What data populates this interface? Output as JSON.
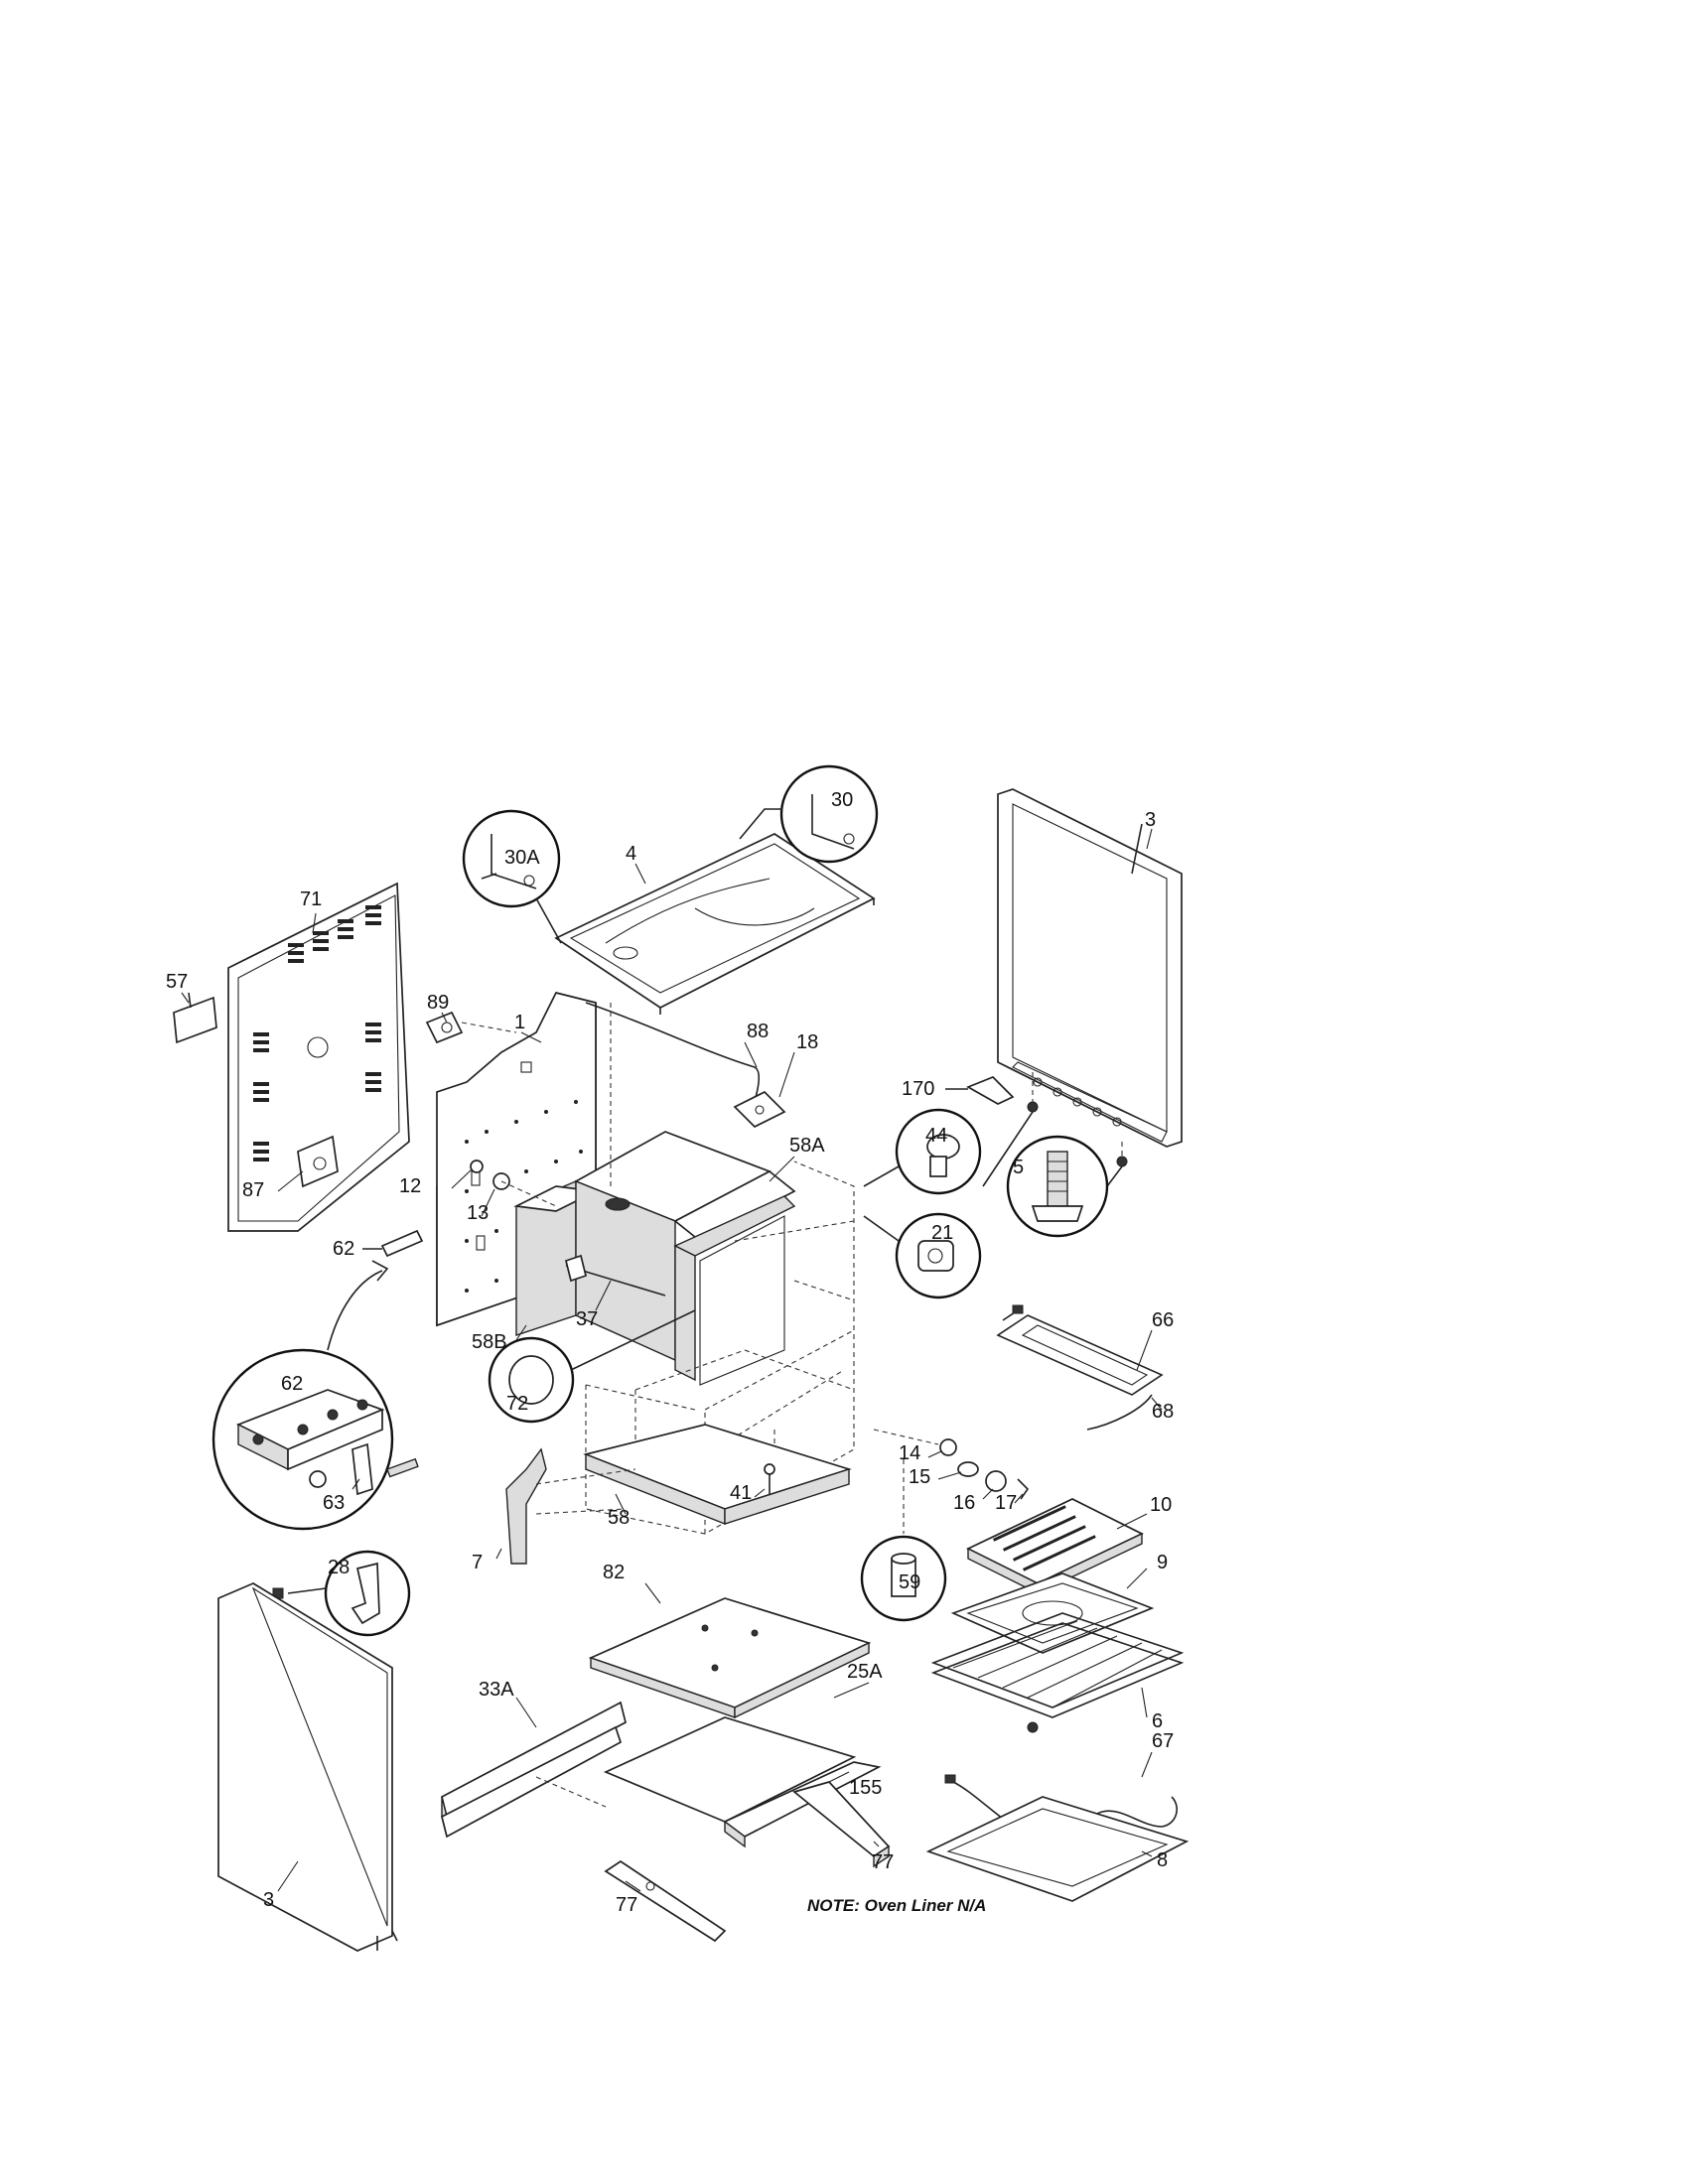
{
  "labels": {
    "p30A": "30A",
    "p30": "30",
    "p4": "4",
    "p3_top": "3",
    "p71": "71",
    "p89": "89",
    "p1": "1",
    "p88": "88",
    "p18": "18",
    "p57": "57",
    "p170": "170",
    "p44": "44",
    "p58A": "58A",
    "p5": "5",
    "p87": "87",
    "p12": "12",
    "p13": "13",
    "p21": "21",
    "p62_small": "62",
    "p37": "37",
    "p58B": "58B",
    "p66": "66",
    "p72": "72",
    "p68": "68",
    "p62_detail": "62",
    "p14": "14",
    "p15": "15",
    "p16": "16",
    "p17": "17",
    "p41": "41",
    "p7": "7",
    "p10": "10",
    "p58": "58",
    "p63": "63",
    "p59": "59",
    "p9": "9",
    "p28": "28",
    "p82": "82",
    "p25A": "25A",
    "p6": "6",
    "p33A": "33A",
    "p67": "67",
    "p155": "155",
    "p8": "8",
    "p77_right": "77",
    "p3_bottom": "3",
    "p77_bottom": "77"
  },
  "note": "NOTE:  Oven Liner N/A"
}
